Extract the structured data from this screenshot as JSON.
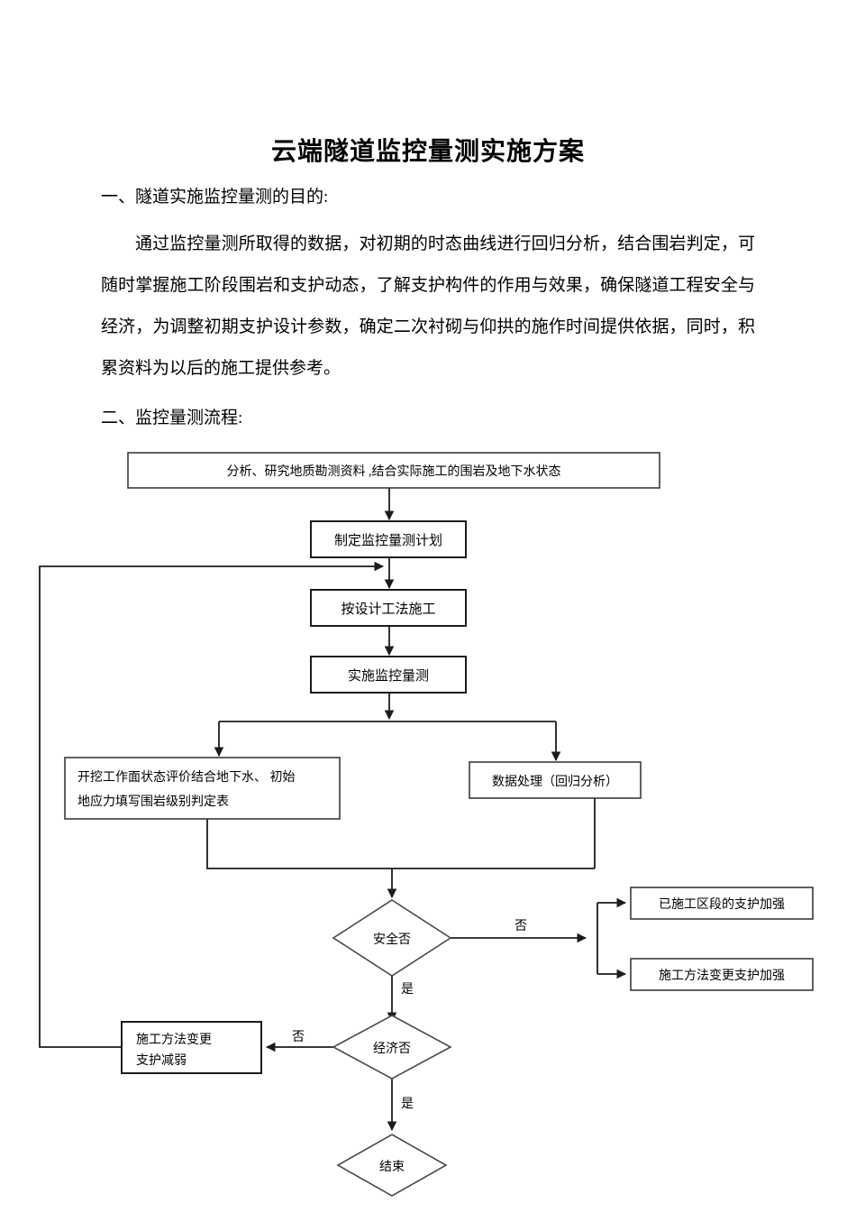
{
  "document": {
    "title": "云端隧道监控量测实施方案",
    "sections": [
      {
        "heading": "一、隧道实施监控量测的目的:",
        "paragraph": "通过监控量测所取得的数据，对初期的时态曲线进行回归分析，结合围岩判定，可随时掌握施工阶段围岩和支护动态，了解支护构件的作用与效果，确保隧道工程安全与经济，为调整初期支护设计参数，确定二次衬砌与仰拱的施作时间提供依据，同时，积累资料为以后的施工提供参考。"
      },
      {
        "heading": "二、监控量测流程:"
      }
    ]
  },
  "flowchart": {
    "nodes": {
      "start_analysis": "分析、研究地质勘测资料    ,结合实际施工的围岩及地下水状态",
      "plan": "制定监控量测计划",
      "construct": "按设计工法施工",
      "monitor": "实施监控量测",
      "face_eval_line1": "开挖工作面状态评价结合地下水、    初始",
      "face_eval_line2": "地应力填写围岩级别判定表",
      "data_process": "数据处理（回归分析）",
      "safety_decision": "安全否",
      "economy_decision": "经济否",
      "reinforce_built": "已施工区段的支护加强",
      "reinforce_method_change": "施工方法变更支护加强",
      "weaken_line1": "施工方法变更",
      "weaken_line2": "支护减弱",
      "end": "结束"
    },
    "edge_labels": {
      "safety_no": "否",
      "safety_yes": "是",
      "economy_no": "否",
      "economy_yes": "是"
    },
    "colors": {
      "line": "#1c1c1c",
      "box_stroke": "#3a3a3a",
      "background": "#ffffff"
    }
  }
}
